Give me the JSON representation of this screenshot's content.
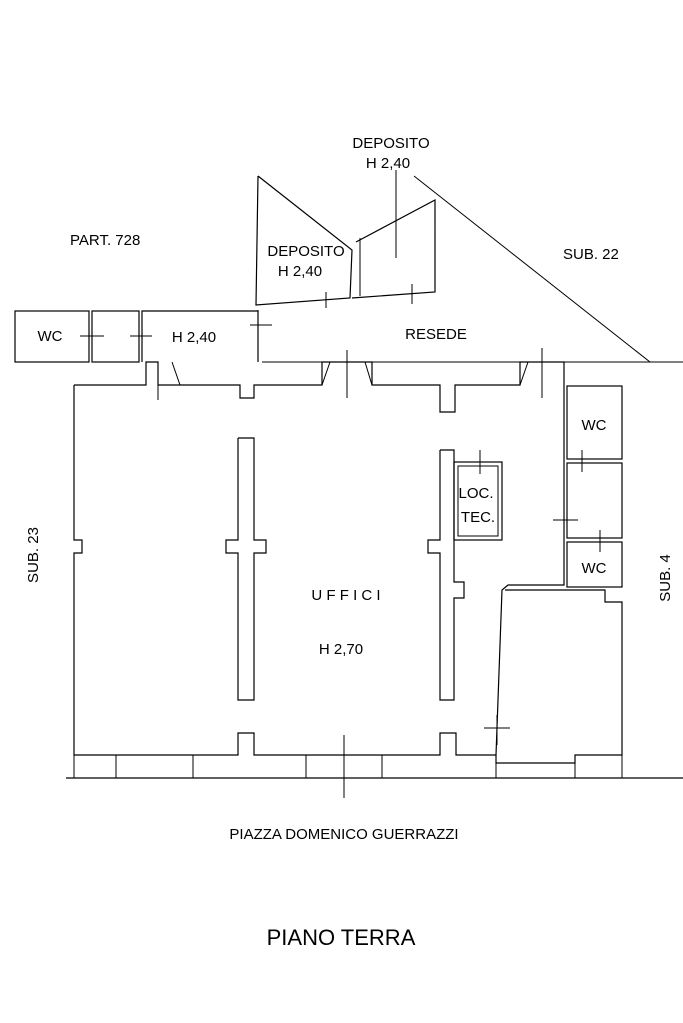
{
  "labels": {
    "part_728": "PART. 728",
    "deposito_upper": "DEPOSITO",
    "deposito_upper_h": "H 2,40",
    "deposito_lower": "DEPOSITO",
    "deposito_lower_h": "H 2,40",
    "sub_22": "SUB. 22",
    "wc_left": "WC",
    "corridor_h": "H 2,40",
    "resede": "RESEDE",
    "wc_right_top": "WC",
    "loc_tec_1": "LOC.",
    "loc_tec_2": "TEC.",
    "wc_right_bottom": "WC",
    "uffici": "U F F I C I",
    "uffici_h": "H 2,70",
    "sub_23": "SUB. 23",
    "sub_4": "SUB. 4",
    "street": "PIAZZA DOMENICO GUERRAZZI",
    "floor_title": "PIANO TERRA"
  }
}
